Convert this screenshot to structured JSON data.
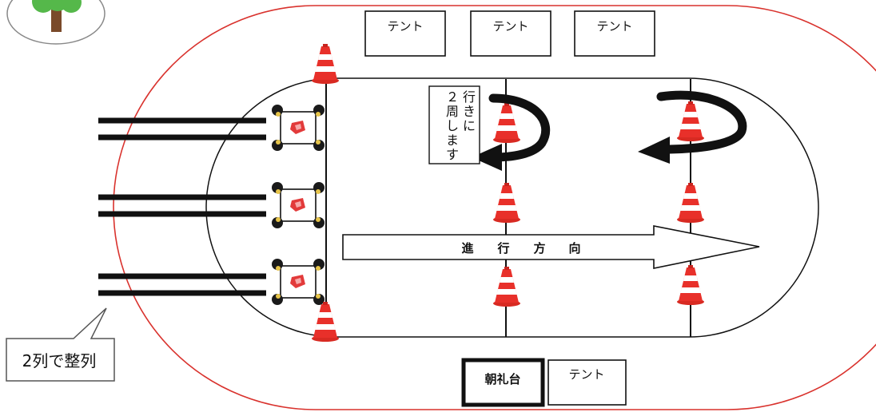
{
  "tents_top": [
    {
      "label": "テント"
    },
    {
      "label": "テント"
    },
    {
      "label": "テント"
    }
  ],
  "tent_bottom": {
    "label": "テント"
  },
  "podium": {
    "label": "朝礼台"
  },
  "instruction": {
    "chars": [
      "行",
      "き",
      "に",
      "２",
      "周",
      "し",
      "ま",
      "す"
    ]
  },
  "direction": {
    "chars": [
      "進",
      "行",
      "方",
      "向"
    ]
  },
  "callout": {
    "text": "2列で整列"
  },
  "icons": {
    "tree": "tree-icon",
    "cone": "traffic-cone-icon",
    "turn": "u-turn-arrow-icon",
    "direction": "direction-arrow-icon",
    "group": "child-group-icon"
  },
  "colors": {
    "track_outer": "#d9322d",
    "cone": "#e8302a",
    "line": "#111111",
    "tree_leaf": "#55b84a",
    "tree_trunk": "#7a4a2a"
  }
}
